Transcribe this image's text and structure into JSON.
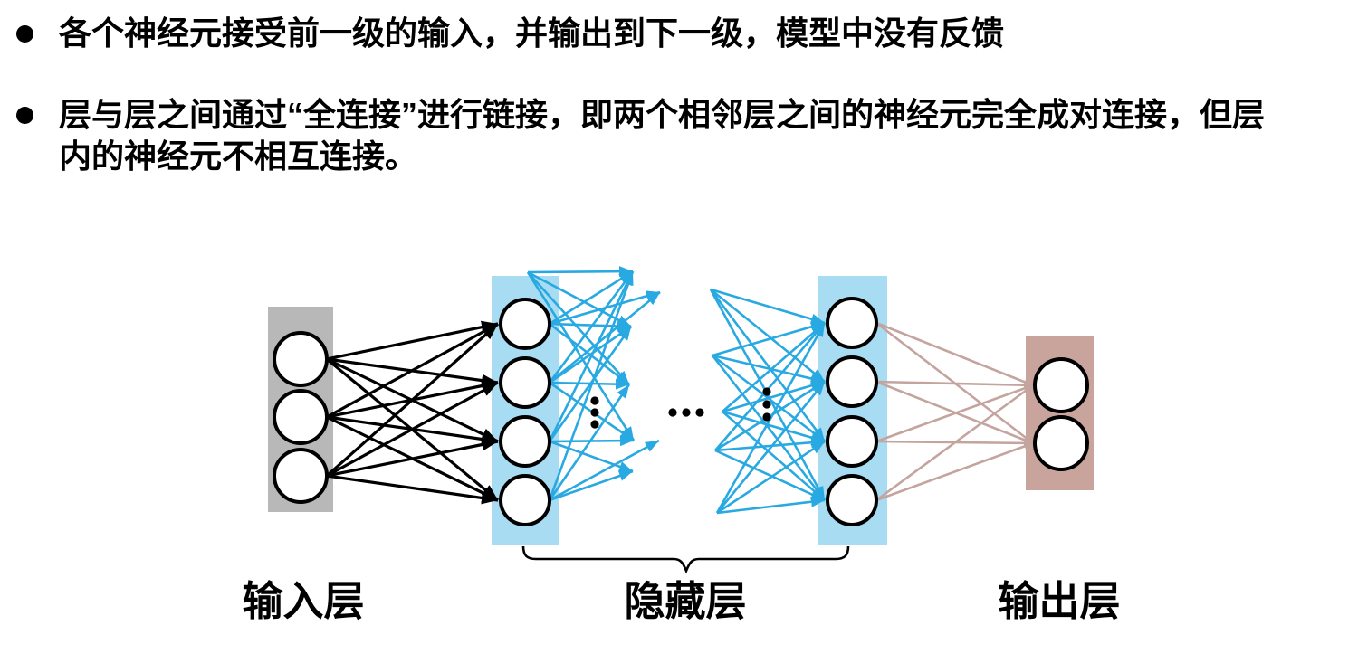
{
  "bullets": [
    {
      "lines": [
        "各个神经元接受前一级的输入，并输出到下一级，模型中没有反馈"
      ]
    },
    {
      "lines": [
        "层与层之间通过“全连接”进行链接，即两个相邻层之间的神经元完全成对连接，但层",
        "内的神经元不相互连接。"
      ]
    }
  ],
  "labels": {
    "input": "输入层",
    "hidden": "隐藏层",
    "output": "输出层"
  },
  "diagram": {
    "layers": [
      {
        "id": "input",
        "node_count": 3,
        "box_color": "#b8b8b8"
      },
      {
        "id": "hidden1",
        "node_count": 4,
        "box_color": "#a8dcf3"
      },
      {
        "id": "hidden2",
        "node_count": 4,
        "box_color": "#a8dcf3"
      },
      {
        "id": "output",
        "node_count": 2,
        "box_color": "#c9a49c"
      }
    ],
    "colors": {
      "black_edge": "#000000",
      "blue_edge": "#29a9e1",
      "pink_edge": "#c4a49e",
      "node_fill": "#ffffff",
      "node_stroke": "#000000",
      "text": "#000000"
    }
  }
}
